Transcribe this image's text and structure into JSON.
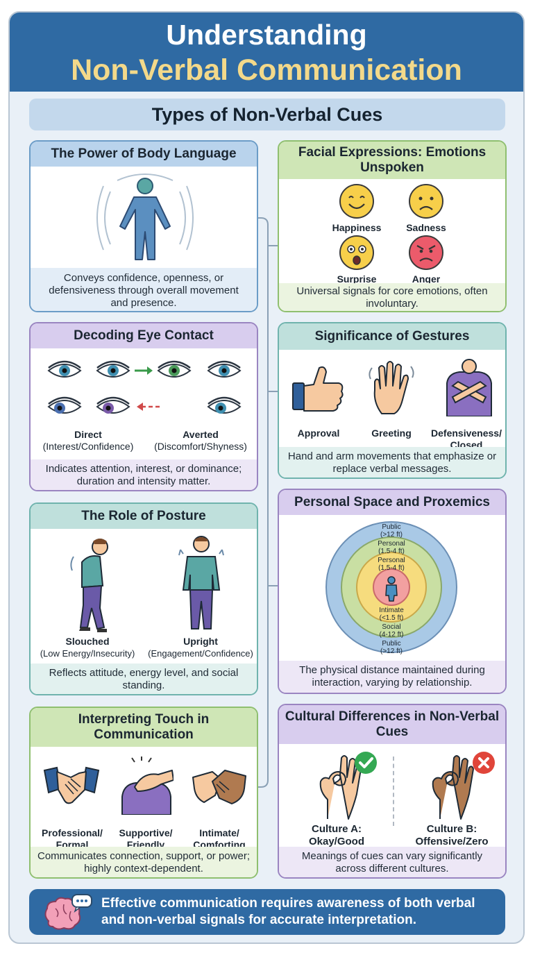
{
  "header": {
    "title_line1": "Understanding",
    "title_line2": "Non-Verbal Communication"
  },
  "subheader": "Types of Non-Verbal Cues",
  "body_language": {
    "title": "The Power of Body Language",
    "footer": "Conveys confidence, openness, or defensiveness through overall movement and presence."
  },
  "facial": {
    "title": "Facial Expressions: Emotions Unspoken",
    "labels": [
      "Happiness",
      "Sadness",
      "Surprise",
      "Anger"
    ],
    "footer": "Universal signals for core emotions, often involuntary."
  },
  "eye_contact": {
    "title": "Decoding Eye Contact",
    "direct": "Direct",
    "direct_note": "(Interest/Confidence)",
    "averted": "Averted",
    "averted_note": "(Discomfort/Shyness)",
    "footer": "Indicates attention, interest, or dominance; duration and intensity matter."
  },
  "gestures": {
    "title": "Significance of Gestures",
    "labels": [
      "Approval",
      "Greeting",
      "Defensiveness/ Closed"
    ],
    "footer": "Hand and arm movements that emphasize or replace verbal messages."
  },
  "posture": {
    "title": "The Role of Posture",
    "slouched": "Slouched",
    "slouched_note": "(Low Energy/Insecurity)",
    "upright": "Upright",
    "upright_note": "(Engagement/Confidence)",
    "footer": "Reflects attitude, energy level, and social standing."
  },
  "proxemics": {
    "title": "Personal Space and Proxemics",
    "zones": [
      {
        "name": "Public",
        "range": "(>12 ft)"
      },
      {
        "name": "Personal",
        "range": "(1.5-4 ft)"
      },
      {
        "name": "Personal",
        "range": "(1.5-4 ft)"
      },
      {
        "name": "Intimate",
        "range": "(<1.5 ft)"
      },
      {
        "name": "Social",
        "range": "(4-12 ft)"
      },
      {
        "name": "Public",
        "range": "(>12 ft)"
      }
    ],
    "colors": [
      "#a9c9e6",
      "#c9dfa3",
      "#f6dc7e",
      "#f2a0a0"
    ],
    "footer": "The physical distance maintained during interaction, varying by relationship."
  },
  "touch": {
    "title": "Interpreting Touch in Communication",
    "labels": [
      "Professional/ Formal",
      "Supportive/ Friendly",
      "Intimate/ Comforting"
    ],
    "footer": "Communicates connection, support, or power; highly context-dependent."
  },
  "cultural": {
    "title": "Cultural Differences in Non-Verbal Cues",
    "culture_a": "Culture A:",
    "culture_a_note": "Okay/Good",
    "culture_b": "Culture B:",
    "culture_b_note": "Offensive/Zero",
    "footer": "Meanings of cues can vary significantly across different cultures."
  },
  "footer": "Effective communication requires awareness of both verbal and non-verbal signals for accurate interpretation.",
  "colors": {
    "header_blue": "#2f6aa3",
    "title_accent": "#f3d98a",
    "panel_blue": "#6b9cc7",
    "panel_green": "#8fbf6f",
    "panel_purple": "#9a85c1",
    "panel_teal": "#6fb3ad"
  },
  "icons": [
    "person-radiating-icon",
    "emoji-face-icon",
    "eye-icon",
    "thumbs-up-icon",
    "waving-hand-icon",
    "crossed-arms-icon",
    "slouched-person-icon",
    "upright-person-icon",
    "concentric-zones-icon",
    "handshake-icon",
    "shoulder-touch-icon",
    "ok-hand-icon",
    "check-icon",
    "cross-icon",
    "brain-speech-icon"
  ]
}
